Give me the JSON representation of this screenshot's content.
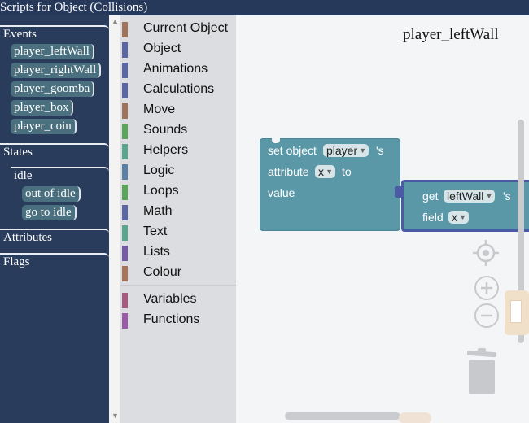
{
  "window": {
    "title": "Scripts for Object (Collisions)"
  },
  "tree": {
    "events_label": "Events",
    "events": [
      "player_leftWall",
      "player_rightWall",
      "player_goomba",
      "player_box",
      "player_coin"
    ],
    "states_label": "States",
    "state": {
      "name": "idle",
      "events": [
        "out of idle",
        "go to idle"
      ]
    },
    "attributes_label": "Attributes",
    "flags_label": "Flags"
  },
  "toolbox": {
    "categories": [
      {
        "label": "Current Object",
        "color": "#a0735c"
      },
      {
        "label": "Object",
        "color": "#5b67a5"
      },
      {
        "label": "Animations",
        "color": "#5b67a5"
      },
      {
        "label": "Calculations",
        "color": "#5b67a5"
      },
      {
        "label": "Move",
        "color": "#a0735c"
      },
      {
        "label": "Sounds",
        "color": "#5ba55b"
      },
      {
        "label": "Helpers",
        "color": "#5ba58c"
      },
      {
        "label": "Logic",
        "color": "#5b80a5"
      },
      {
        "label": "Loops",
        "color": "#5ba55b"
      },
      {
        "label": "Math",
        "color": "#5b67a5"
      },
      {
        "label": "Text",
        "color": "#5ba58c"
      },
      {
        "label": "Lists",
        "color": "#745ba5"
      },
      {
        "label": "Colour",
        "color": "#a5745b"
      },
      {
        "label": "Variables",
        "color": "#a55b80"
      },
      {
        "label": "Functions",
        "color": "#995ba5"
      }
    ]
  },
  "workspace": {
    "title": "player_leftWall",
    "set_block": {
      "prefix": "set object",
      "object_value": "player",
      "possessive": "'s",
      "attribute_label": "attribute",
      "attribute_value": "x",
      "to_label": "to",
      "value_label": "value"
    },
    "get_block": {
      "get_label": "get",
      "object_value": "leftWall",
      "possessive": "'s",
      "field_label": "field",
      "field_value": "x"
    },
    "colors": {
      "block": "#5b98a7",
      "block_dark": "#4b8593",
      "dropdown": "#d7e5e9",
      "connector": "#4a5aa5"
    }
  }
}
